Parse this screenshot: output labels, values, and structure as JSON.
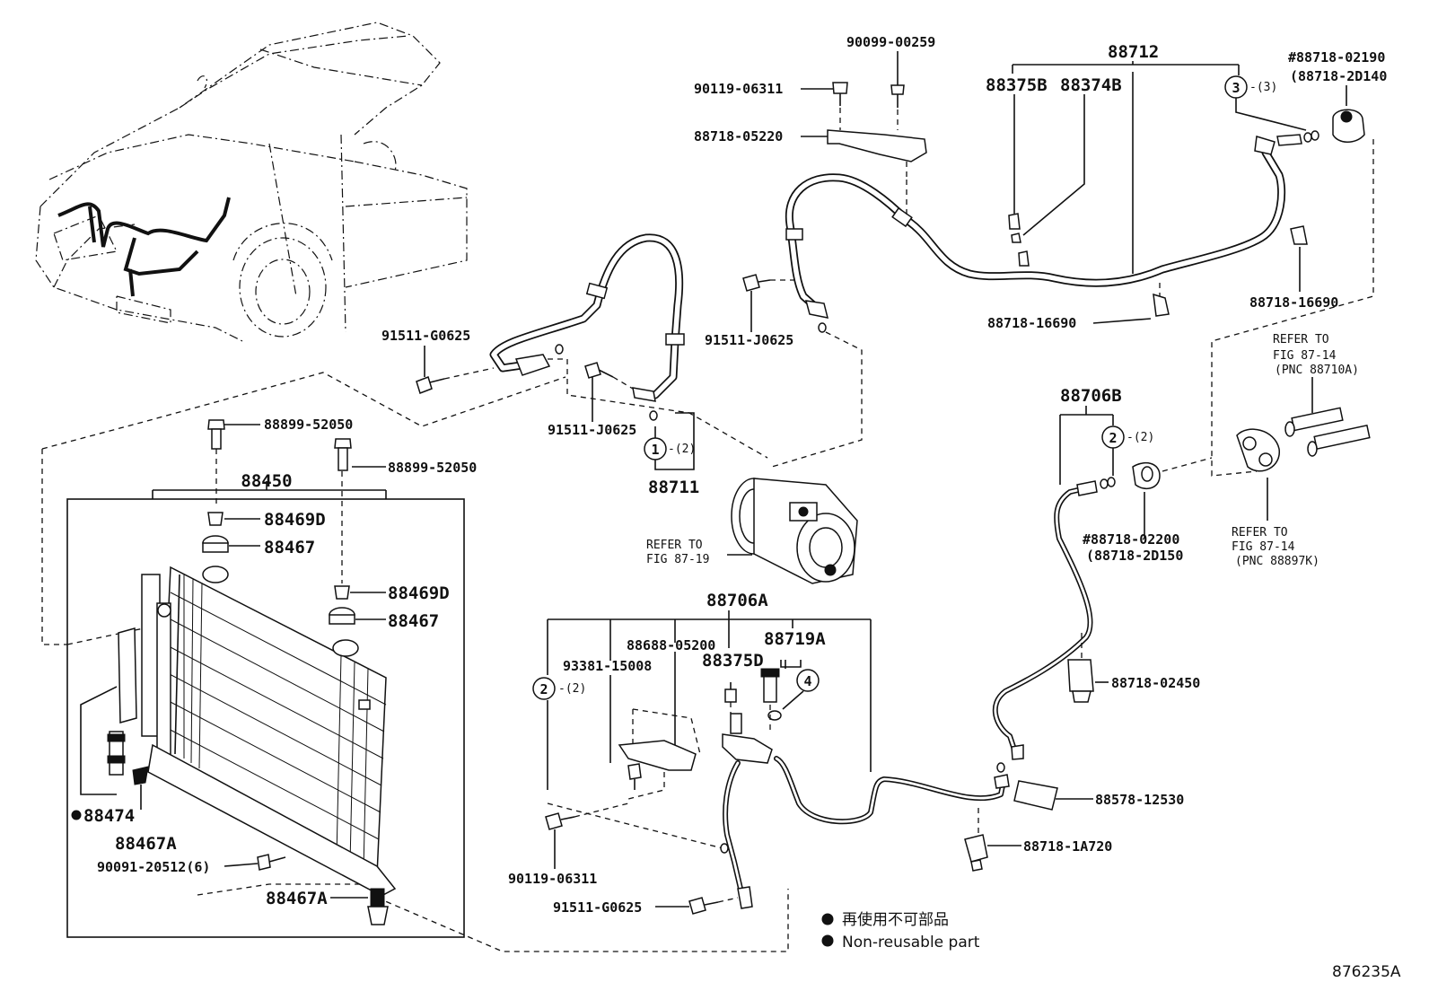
{
  "diagram_id": "876235A",
  "legend": {
    "jp": "再使用不可部品",
    "en": "Non-reusable part"
  },
  "parts": {
    "p90099_00259": "90099-00259",
    "p90119_06311_top": "90119-06311",
    "p88718_05220": "88718-05220",
    "p88712": "88712",
    "p88375B": "88375B",
    "p88374B": "88374B",
    "p88718_02190": "#88718-02190",
    "p88718_2D140": "(88718-2D140",
    "p88718_16690_a": "88718-16690",
    "p88718_16690_b": "88718-16690",
    "p91511_G0625_top": "91511-G0625",
    "p91511_J0625_a": "91511-J0625",
    "p91511_J0625_b": "91511-J0625",
    "p88711": "88711",
    "p88899_52050_a": "88899-52050",
    "p88899_52050_b": "88899-52050",
    "p88450": "88450",
    "p88469D_a": "88469D",
    "p88467_a": "88467",
    "p88469D_b": "88469D",
    "p88467_b": "88467",
    "p88474": "88474",
    "p88467A_a": "88467A",
    "p90091_20512": "90091-20512(6)",
    "p88467A_b": "88467A",
    "p88706B": "88706B",
    "p88718_02200": "#88718-02200",
    "p88718_2D150": "(88718-2D150",
    "p88706A": "88706A",
    "p88688_05200": "88688-05200",
    "p93381_15008": "93381-15008",
    "p88719A": "88719A",
    "p88375D": "88375D",
    "p88718_02450": "88718-02450",
    "p88578_12530": "88578-12530",
    "p88718_1A720": "88718-1A720",
    "p90119_06311_bot": "90119-06311",
    "p91511_G0625_bot": "91511-G0625"
  },
  "refs": {
    "refer_to": "REFER TO",
    "fig_87_19": "FIG 87-19",
    "fig_87_14_a": "FIG 87-14",
    "pnc_88710A": "(PNC 88710A)",
    "fig_87_14_b": "FIG 87-14",
    "pnc_88897K": "(PNC 88897K)"
  },
  "callouts": {
    "c1": "1",
    "c1_qty": "-(2)",
    "c2a": "2",
    "c2a_qty": "-(2)",
    "c2b": "2",
    "c2b_qty": "-(2)",
    "c3": "3",
    "c3_qty": "-(3)",
    "c4": "4"
  }
}
